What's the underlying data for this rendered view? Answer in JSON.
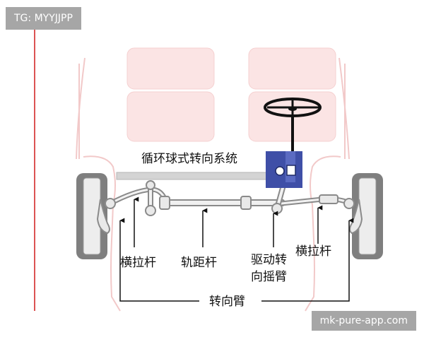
{
  "watermarks": {
    "top_left": "TG: MYYJJPP",
    "bottom_right": "mk-pure-app.com"
  },
  "labels": {
    "system": "循环球式转向系统",
    "tie_rod_left": "横拉杆",
    "track_rod": "轨距杆",
    "pitman_arm_line1": "驱动转",
    "pitman_arm_line2": "向摇臂",
    "tie_rod_right": "横拉杆",
    "steering_arm": "转向臂"
  },
  "colors": {
    "body_outline": "#f2c9c9",
    "seat_fill": "#fbe4e4",
    "tire": "#7f7f7f",
    "rim": "#ededed",
    "linkage": "#8a8a8a",
    "gearbox": "#3f4fa7",
    "arrow": "#111111",
    "left_marker": "#d11a1a"
  }
}
